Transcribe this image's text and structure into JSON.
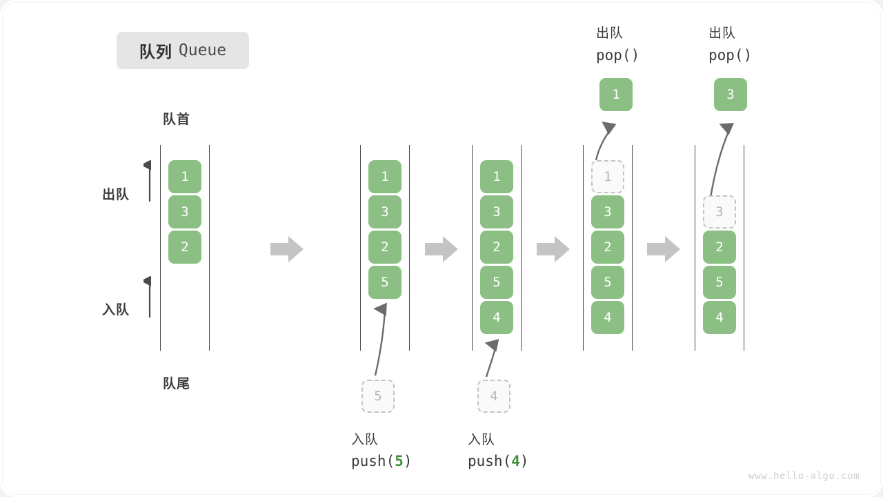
{
  "diagram": {
    "title_cn": "队列",
    "title_en": "Queue",
    "head_label": "队首",
    "tail_label": "队尾",
    "dequeue_label": "出队",
    "enqueue_label": "入队",
    "watermark": "www.hello-algo.com",
    "colors": {
      "element_fill": "#8cbf84",
      "element_text": "#ffffff",
      "ghost_fill": "#fafafa",
      "ghost_border": "#c4c4c4",
      "ghost_text": "#b6b6b6",
      "rail": "#4a4a4a",
      "step_arrow": "#c4c4c4",
      "curve_arrow": "#6b6b6b",
      "accent_value": "#3f8f3a",
      "badge_bg": "#e5e5e5",
      "text": "#3a3a3a",
      "background": "#ffffff"
    }
  },
  "stages": [
    {
      "id": "initial",
      "cells": [
        "1",
        "3",
        "2",
        null,
        null
      ],
      "ghost_index": null,
      "op_cn": null,
      "op_code": null,
      "op_value": null,
      "float_box": null
    },
    {
      "id": "push-5",
      "cells": [
        "1",
        "3",
        "2",
        "5",
        null
      ],
      "ghost_index": null,
      "op_cn": "入队",
      "op_code_prefix": "push(",
      "op_value": "5",
      "op_code_suffix": ")",
      "float_box": {
        "value": "5",
        "style": "ghost",
        "position": "below"
      }
    },
    {
      "id": "push-4",
      "cells": [
        "1",
        "3",
        "2",
        "5",
        "4"
      ],
      "ghost_index": null,
      "op_cn": "入队",
      "op_code_prefix": "push(",
      "op_value": "4",
      "op_code_suffix": ")",
      "float_box": {
        "value": "4",
        "style": "ghost",
        "position": "below"
      }
    },
    {
      "id": "pop-1",
      "cells": [
        "1",
        "3",
        "2",
        "5",
        "4"
      ],
      "ghost_index": 0,
      "op_cn": "出队",
      "op_code_prefix": "pop(",
      "op_value": "",
      "op_code_suffix": ")",
      "float_box": {
        "value": "1",
        "style": "filled",
        "position": "above"
      }
    },
    {
      "id": "pop-3",
      "cells": [
        null,
        "3",
        "2",
        "5",
        "4"
      ],
      "ghost_index": 1,
      "op_cn": "出队",
      "op_code_prefix": "pop(",
      "op_value": "",
      "op_code_suffix": ")",
      "float_box": {
        "value": "3",
        "style": "filled",
        "position": "above"
      }
    }
  ]
}
